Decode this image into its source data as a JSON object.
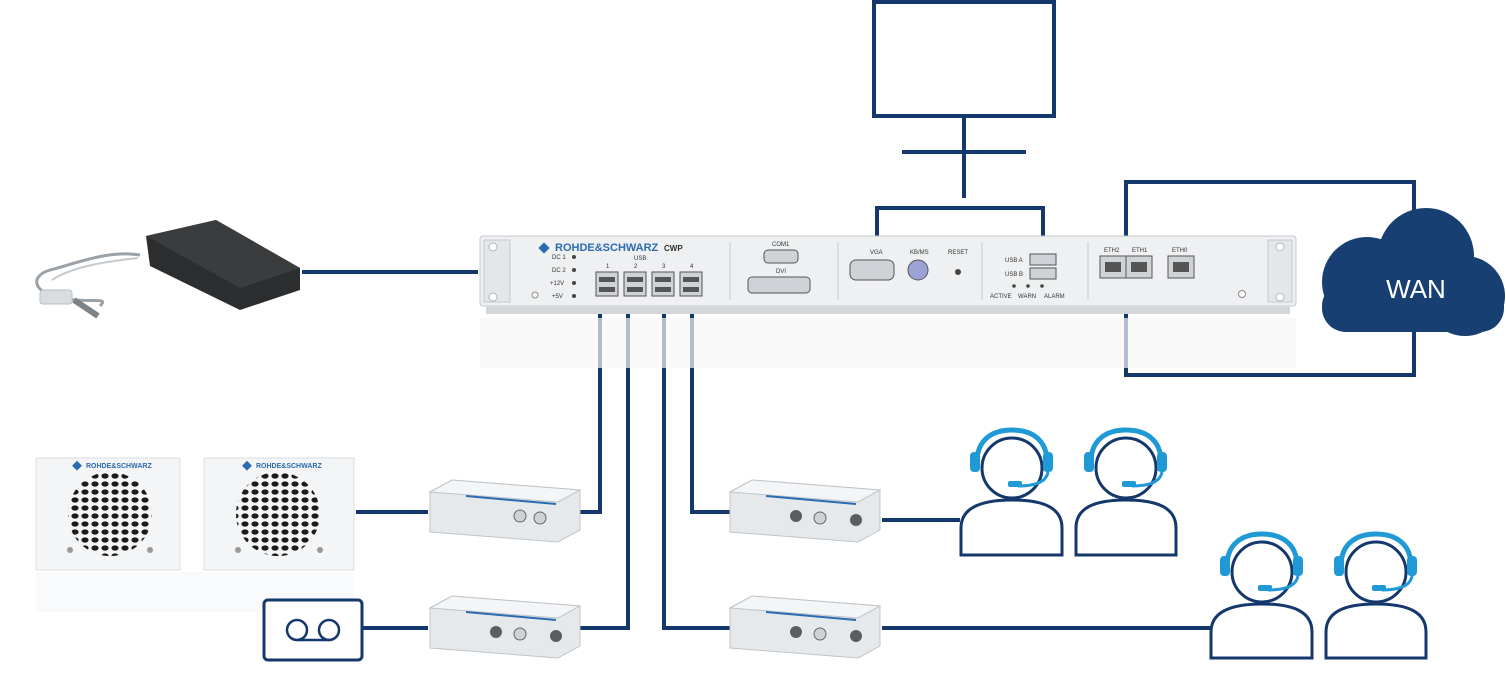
{
  "colors": {
    "line": "#14386b",
    "cloud": "#173f72",
    "headset": "#1f9ad6",
    "person": "#14386b",
    "brand": "#2b6bb0",
    "device": "#e9ecef"
  },
  "icons": [
    "monitor-icon",
    "wan-cloud-icon",
    "foot-pedal-icon",
    "speaker-icon",
    "recorder-icon",
    "headset-operator-icon",
    "audio-interface-icon",
    "rack-unit-icon"
  ],
  "rack": {
    "brand": "ROHDE&SCHWARZ",
    "model": "CWP",
    "leds": [
      "DC 1",
      "DC 2",
      "+12V",
      "+5V"
    ],
    "usb_label": "USB",
    "usb_ports": [
      "1",
      "2",
      "3",
      "4"
    ],
    "com_label": "COM1",
    "dvi_label": "DVI",
    "vga_label": "VGA",
    "kbms_label": "KB/MS",
    "reset_label": "RESET",
    "usb_a_label": "USB A",
    "usb_b_label": "USB B",
    "active_label": "ACTIVE",
    "warn_label": "WARN",
    "alarm_label": "ALARM",
    "eth_labels": [
      "ETH2",
      "ETH1",
      "ETH0"
    ]
  },
  "wan": {
    "label": "WAN"
  },
  "speakers": [
    {
      "brand": "ROHDE&SCHWARZ"
    },
    {
      "brand": "ROHDE&SCHWARZ"
    }
  ]
}
